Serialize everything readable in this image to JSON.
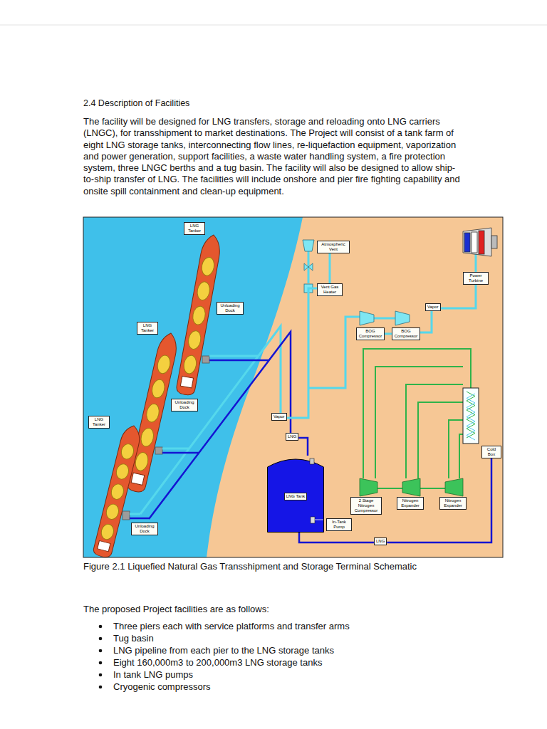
{
  "diagram": {
    "title": "2.4 Description of Facilities",
    "caption": "Figure 2.1 Liquefied Natural Gas Transshipment and Storage Terminal Schematic",
    "nodes": [
      {
        "text": [
          "LNG Tanker"
        ]
      },
      {
        "text": [
          "Unloading Dock"
        ]
      },
      {
        "text": [
          "LNG Tanker"
        ]
      },
      {
        "text": [
          "Unloading Dock"
        ]
      },
      {
        "text": [
          "LNG Tanker"
        ]
      },
      {
        "text": [
          "Unloading Dock"
        ]
      },
      {
        "text": [
          "Atmospheric Vent"
        ]
      },
      {
        "text": [
          "Vent Gas Heater"
        ]
      },
      {
        "text": [
          "BOG Compressor"
        ]
      },
      {
        "text": [
          "BOG Compressor"
        ]
      },
      {
        "text": [
          "Vapor"
        ]
      },
      {
        "text": [
          "Power Turbine"
        ]
      },
      {
        "text": [
          "Cold Box"
        ]
      },
      {
        "text": [
          "Vapor"
        ]
      },
      {
        "text": [
          "LNG"
        ]
      },
      {
        "text": [
          "LNG Tank"
        ]
      },
      {
        "text": [
          "In-Tank Pump"
        ]
      },
      {
        "text": [
          "2 Stage Nitrogen Compressor"
        ]
      },
      {
        "text": [
          "Nitrogen Expander"
        ]
      },
      {
        "text": [
          "Nitrogen Expander"
        ]
      },
      {
        "text": [
          "LNG"
        ]
      }
    ],
    "edges": [
      {
        "from": 7,
        "to": 6,
        "arrow": "none"
      },
      {
        "from": 8,
        "to": 9,
        "arrow": "none"
      },
      {
        "from": 9,
        "to": 10,
        "arrow": "none"
      },
      {
        "from": 10,
        "to": 11,
        "arrow": "none"
      },
      {
        "from": 13,
        "to": 7,
        "arrow": "none"
      },
      {
        "from": 14,
        "to": 15,
        "arrow": "none"
      },
      {
        "from": 12,
        "to": 20,
        "arrow": "none"
      },
      {
        "from": 20,
        "to": 15,
        "arrow": "none"
      }
    ],
    "labels": [
      "The facility will be designed for LNG transfers, storage and reloading onto LNG carriers (LNGC), for transshipment to market destinations. The Project will consist of a tank farm of eight LNG storage tanks, interconnecting flow lines, re-liquefaction equipment, vaporization and power generation, support facilities, a waste water handling system, a fire protection system, three LNGC berths and a tug basin. The facility will also be designed to allow ship-to-ship transfer of LNG. The facilities will include onshore and pier fire fighting capability and onsite spill containment and clean-up equipment.",
      "The proposed Project facilities are as follows:",
      "Three piers each with service platforms and transfer arms",
      "Tug basin",
      "LNG pipeline from each pier to the LNG storage tanks",
      "Eight 160,000m3 to 200,000m3 LNG storage tanks",
      "In tank LNG pumps",
      "Cryogenic compressors"
    ]
  }
}
